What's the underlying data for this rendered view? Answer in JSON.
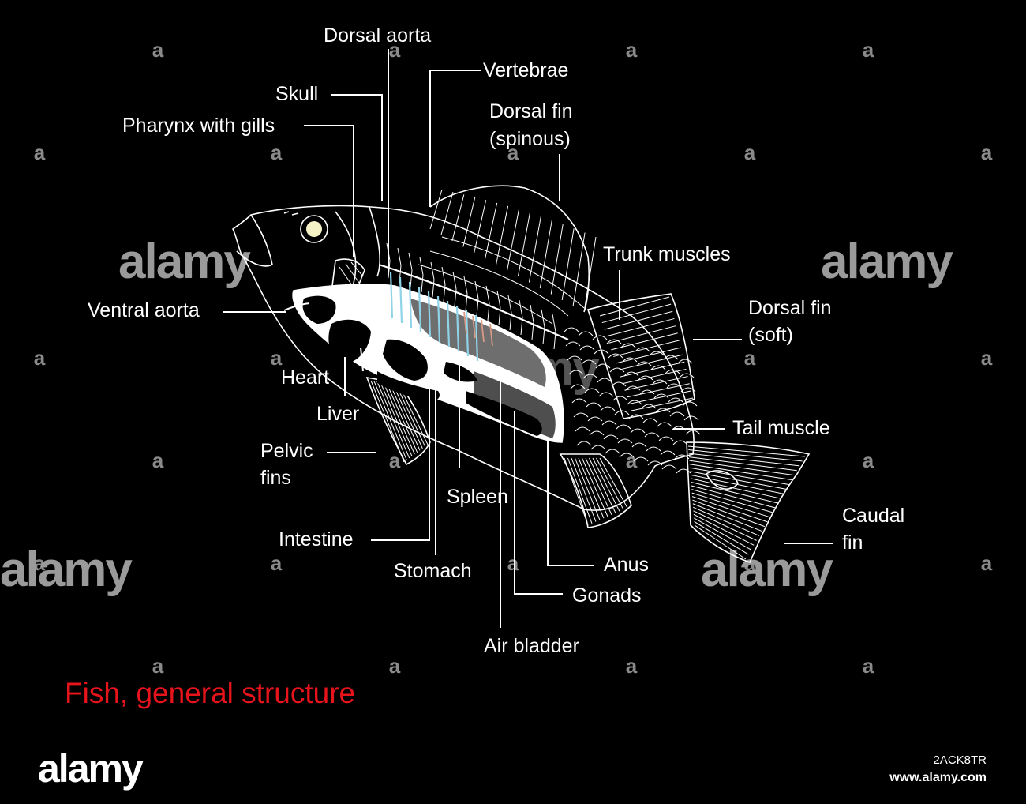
{
  "title": "Fish, general structure",
  "labels": {
    "dorsal_aorta": "Dorsal aorta",
    "vertebrae": "Vertebrae",
    "skull": "Skull",
    "pharynx": "Pharynx with gills",
    "dorsal_fin_spinous_1": "Dorsal fin",
    "dorsal_fin_spinous_2": "(spinous)",
    "trunk_muscles": "Trunk muscles",
    "dorsal_fin_soft_1": "Dorsal fin",
    "dorsal_fin_soft_2": "(soft)",
    "ventral_aorta": "Ventral aorta",
    "heart": "Heart",
    "liver": "Liver",
    "pelvic_fins_1": "Pelvic",
    "pelvic_fins_2": "fins",
    "tail_muscle": "Tail muscle",
    "spleen": "Spleen",
    "caudal_fin_1": "Caudal",
    "caudal_fin_2": "fin",
    "intestine": "Intestine",
    "stomach": "Stomach",
    "anus": "Anus",
    "gonads": "Gonads",
    "air_bladder": "Air bladder"
  },
  "watermark": {
    "brand": "alamy",
    "letter": "a"
  },
  "footer": {
    "logo": "alamy",
    "image_id": "2ACK8TR",
    "url": "www.alamy.com"
  },
  "colors": {
    "background": "#000000",
    "title": "#e8141b",
    "lines": "#ffffff",
    "aorta": "#8fd3e8"
  }
}
